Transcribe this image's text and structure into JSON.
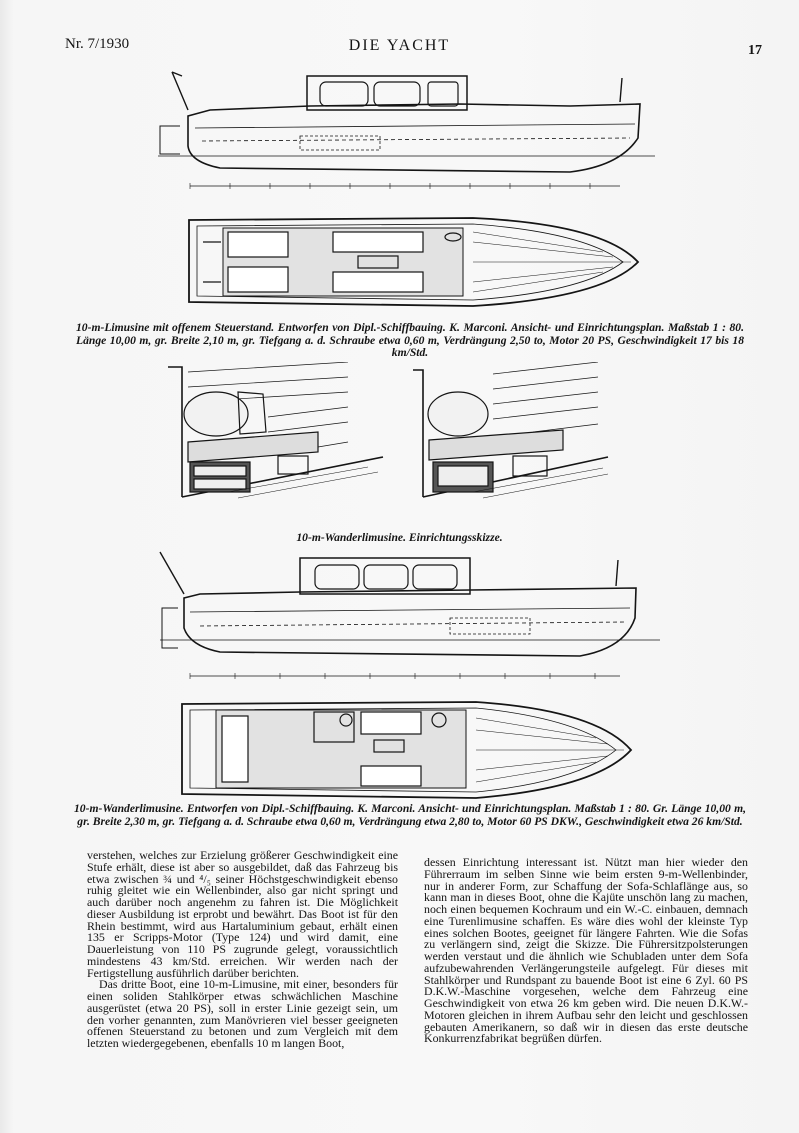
{
  "header": {
    "left": "Nr. 7/1930",
    "center": "DIE YACHT",
    "right": "17"
  },
  "captions": {
    "figure1": "10-m-Limusine mit offenem Steuerstand. Entworfen von Dipl.-Schiffbauing. K. Marconi. Ansicht- und Einrichtungsplan. Maßstab 1 : 80. Länge 10,00 m, gr. Breite 2,10 m, gr. Tiefgang a. d. Schraube etwa 0,60 m, Verdrängung 2,50 to, Motor 20 PS, Geschwindigkeit 17 bis 18 km/Std.",
    "figure2": "10-m-Wanderlimusine. Einrichtungsskizze.",
    "figure3": "10-m-Wanderlimusine. Entworfen von Dipl.-Schiffbauing. K. Marconi. Ansicht- und Einrichtungsplan. Maßstab 1 : 80. Gr. Länge 10,00 m, gr. Breite 2,30 m, gr. Tiefgang a. d. Schraube etwa 0,60 m, Verdrängung etwa 2,80 to, Motor 60 PS DKW., Geschwindigkeit etwa 26 km/Std."
  },
  "body": {
    "left_p1": "verstehen, welches zur Erzielung größerer Geschwindigkeit eine Stufe erhält, diese ist aber so ausgebildet, daß das Fahrzeug bis etwa zwischen ¾ und ⁴/₅ seiner Höchstgeschwindigkeit ebenso ruhig gleitet wie ein Wellenbinder, also gar nicht springt und auch darüber noch angenehm zu fahren ist. Die Möglichkeit dieser Ausbildung ist erprobt und bewährt. Das Boot ist für den Rhein bestimmt, wird aus Hartaluminium gebaut, erhält einen 135 er Scripps-Motor (Type 124) und wird damit, eine Dauerleistung von 110 PS zugrunde gelegt, voraussichtlich mindestens 43 km/Std. erreichen. Wir werden nach der Fertigstellung ausführlich darüber berichten.",
    "left_p2": "Das dritte Boot, eine 10-m-Limusine, mit einer, besonders für einen soliden Stahlkörper etwas schwächlichen Maschine ausgerüstet (etwa 20 PS), soll in erster Linie gezeigt sein, um den vorher genannten, zum Manövrieren viel besser geeigneten offenen Steuerstand zu betonen und zum Vergleich mit dem letzten wiedergegebenen, ebenfalls 10 m langen Boot,",
    "right_p1": "dessen Einrichtung interessant ist. Nützt man hier wieder den Führerraum im selben Sinne wie beim ersten 9-m-Wellenbinder, nur in anderer Form, zur Schaffung der Sofa-Schlaflänge aus, so kann man in dieses Boot, ohne die Kajüte unschön lang zu machen, noch einen bequemen Kochraum und ein W.-C. einbauen, demnach eine Turenlimusine schaffen. Es wäre dies wohl der kleinste Typ eines solchen Bootes, geeignet für längere Fahrten. Wie die Sofas zu verlängern sind, zeigt die Skizze. Die Führersitzpolsterungen werden verstaut und die ähnlich wie Schubladen unter dem Sofa aufzubewahrenden Verlängerungsteile aufgelegt. Für dieses mit Stahlkörper und Rundspant zu bauende Boot ist eine 6 Zyl. 60 PS D.K.W.-Maschine vorgesehen, welche dem Fahrzeug eine Geschwindigkeit von etwa 26 km geben wird. Die neuen D.K.W.-Motoren gleichen in ihrem Aufbau sehr den leicht und geschlossen gebauten Amerikanern, so daß wir in diesen das erste deutsche Konkurrenzfabrikat begrüßen dürfen."
  },
  "colors": {
    "paper": "#f7f7f7",
    "ink": "#141414"
  }
}
